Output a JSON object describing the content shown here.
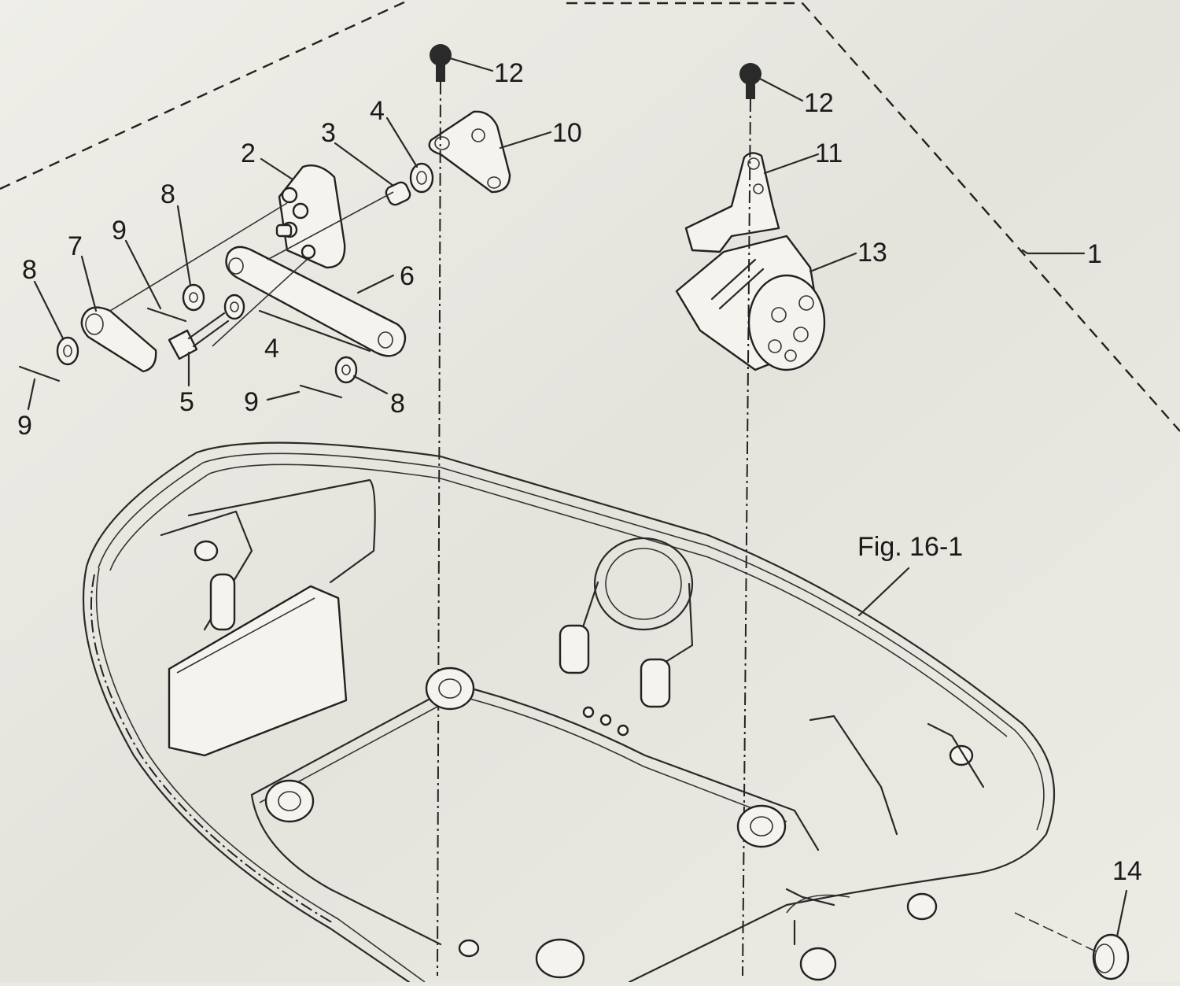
{
  "figure": {
    "figure_label": "Fig. 16-1",
    "callouts": [
      "1",
      "2",
      "3",
      "4",
      "4",
      "5",
      "6",
      "7",
      "8",
      "8",
      "8",
      "9",
      "9",
      "9",
      "10",
      "11",
      "12",
      "12",
      "13",
      "14"
    ]
  },
  "colors": {
    "paper": "#e9e8e1",
    "ink": "#222222"
  }
}
